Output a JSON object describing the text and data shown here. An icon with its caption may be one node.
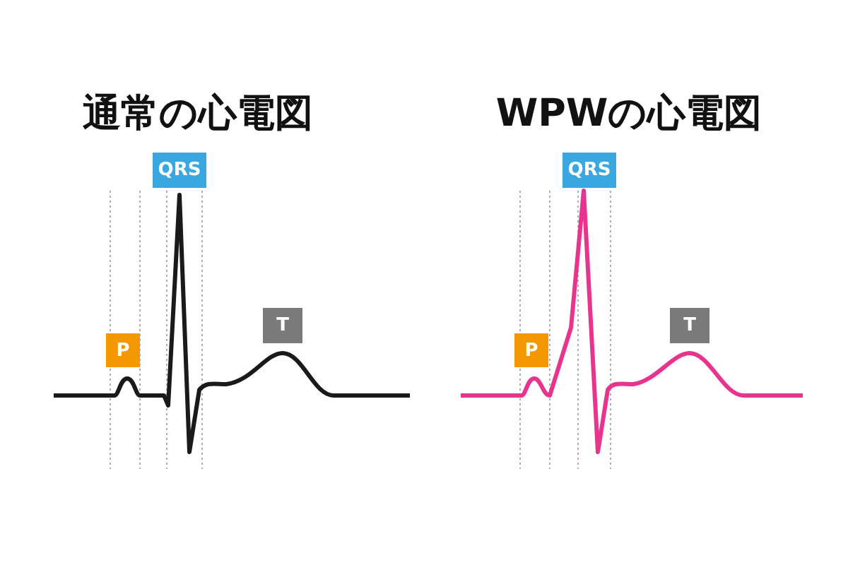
{
  "diagram": {
    "nodes": [
      {
        "text": [
          "QRS"
        ]
      },
      {
        "text": [
          "P"
        ]
      },
      {
        "text": [
          "T"
        ]
      },
      {
        "text": [
          "QRS"
        ]
      },
      {
        "text": [
          "P"
        ]
      },
      {
        "text": [
          "T"
        ]
      }
    ],
    "labels": [
      "通常の心電図",
      "WPWの心電図"
    ]
  }
}
